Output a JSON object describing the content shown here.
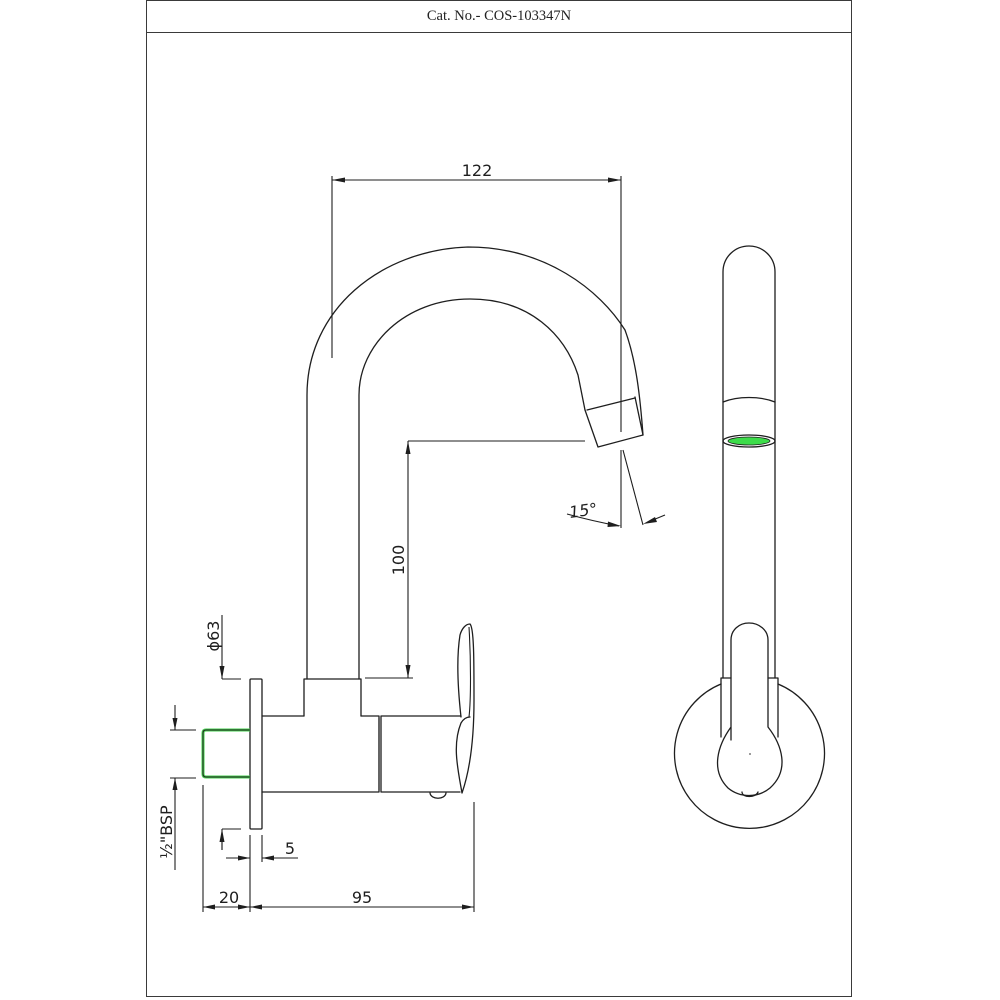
{
  "header": {
    "catalog_label": "Cat. No.- COS-103347N"
  },
  "dimensions": {
    "spout_reach": "122",
    "spout_height": "100",
    "spout_angle": "15°",
    "flange_diameter": "ϕ63",
    "inlet_thread": "½\"BSP",
    "flange_thickness": "5",
    "inlet_length": "20",
    "body_depth": "95"
  },
  "colors": {
    "line": "#1e1e1e",
    "aerator_green": "#3ddc4a",
    "inlet_green": "#46d04f"
  },
  "views": {
    "front": "front-elevation",
    "side": "side-elevation"
  }
}
